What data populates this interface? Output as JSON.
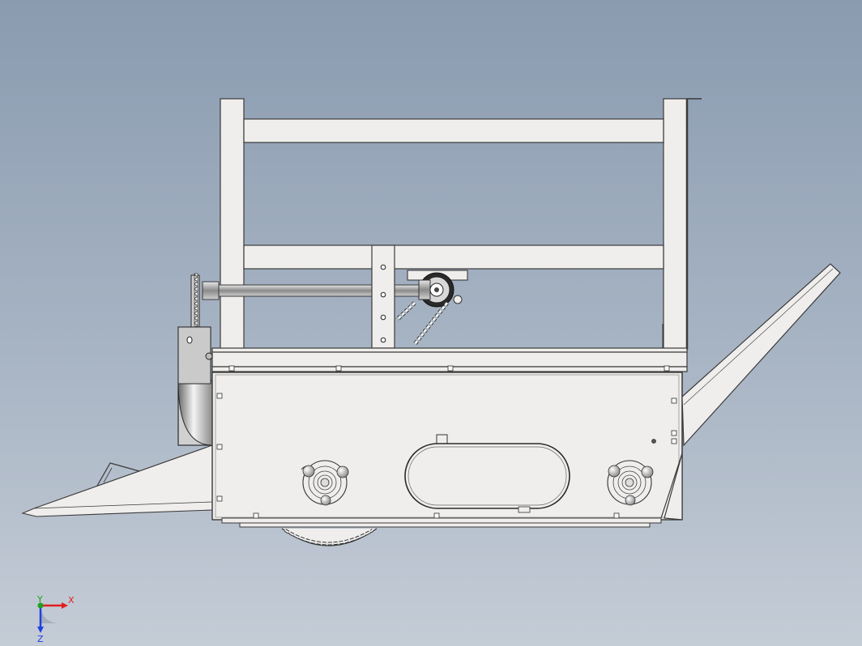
{
  "colors": {
    "background_top": "#8a9bb0",
    "background_bottom": "#c4ccd6",
    "part_fill": "#f0eeec",
    "part_stroke": "#3a3a3a",
    "axis_x": "#e02020",
    "axis_y": "#20a020",
    "axis_z": "#2040e0"
  },
  "triad": {
    "x_label": "X",
    "y_label": "Y",
    "z_label": "Z"
  }
}
